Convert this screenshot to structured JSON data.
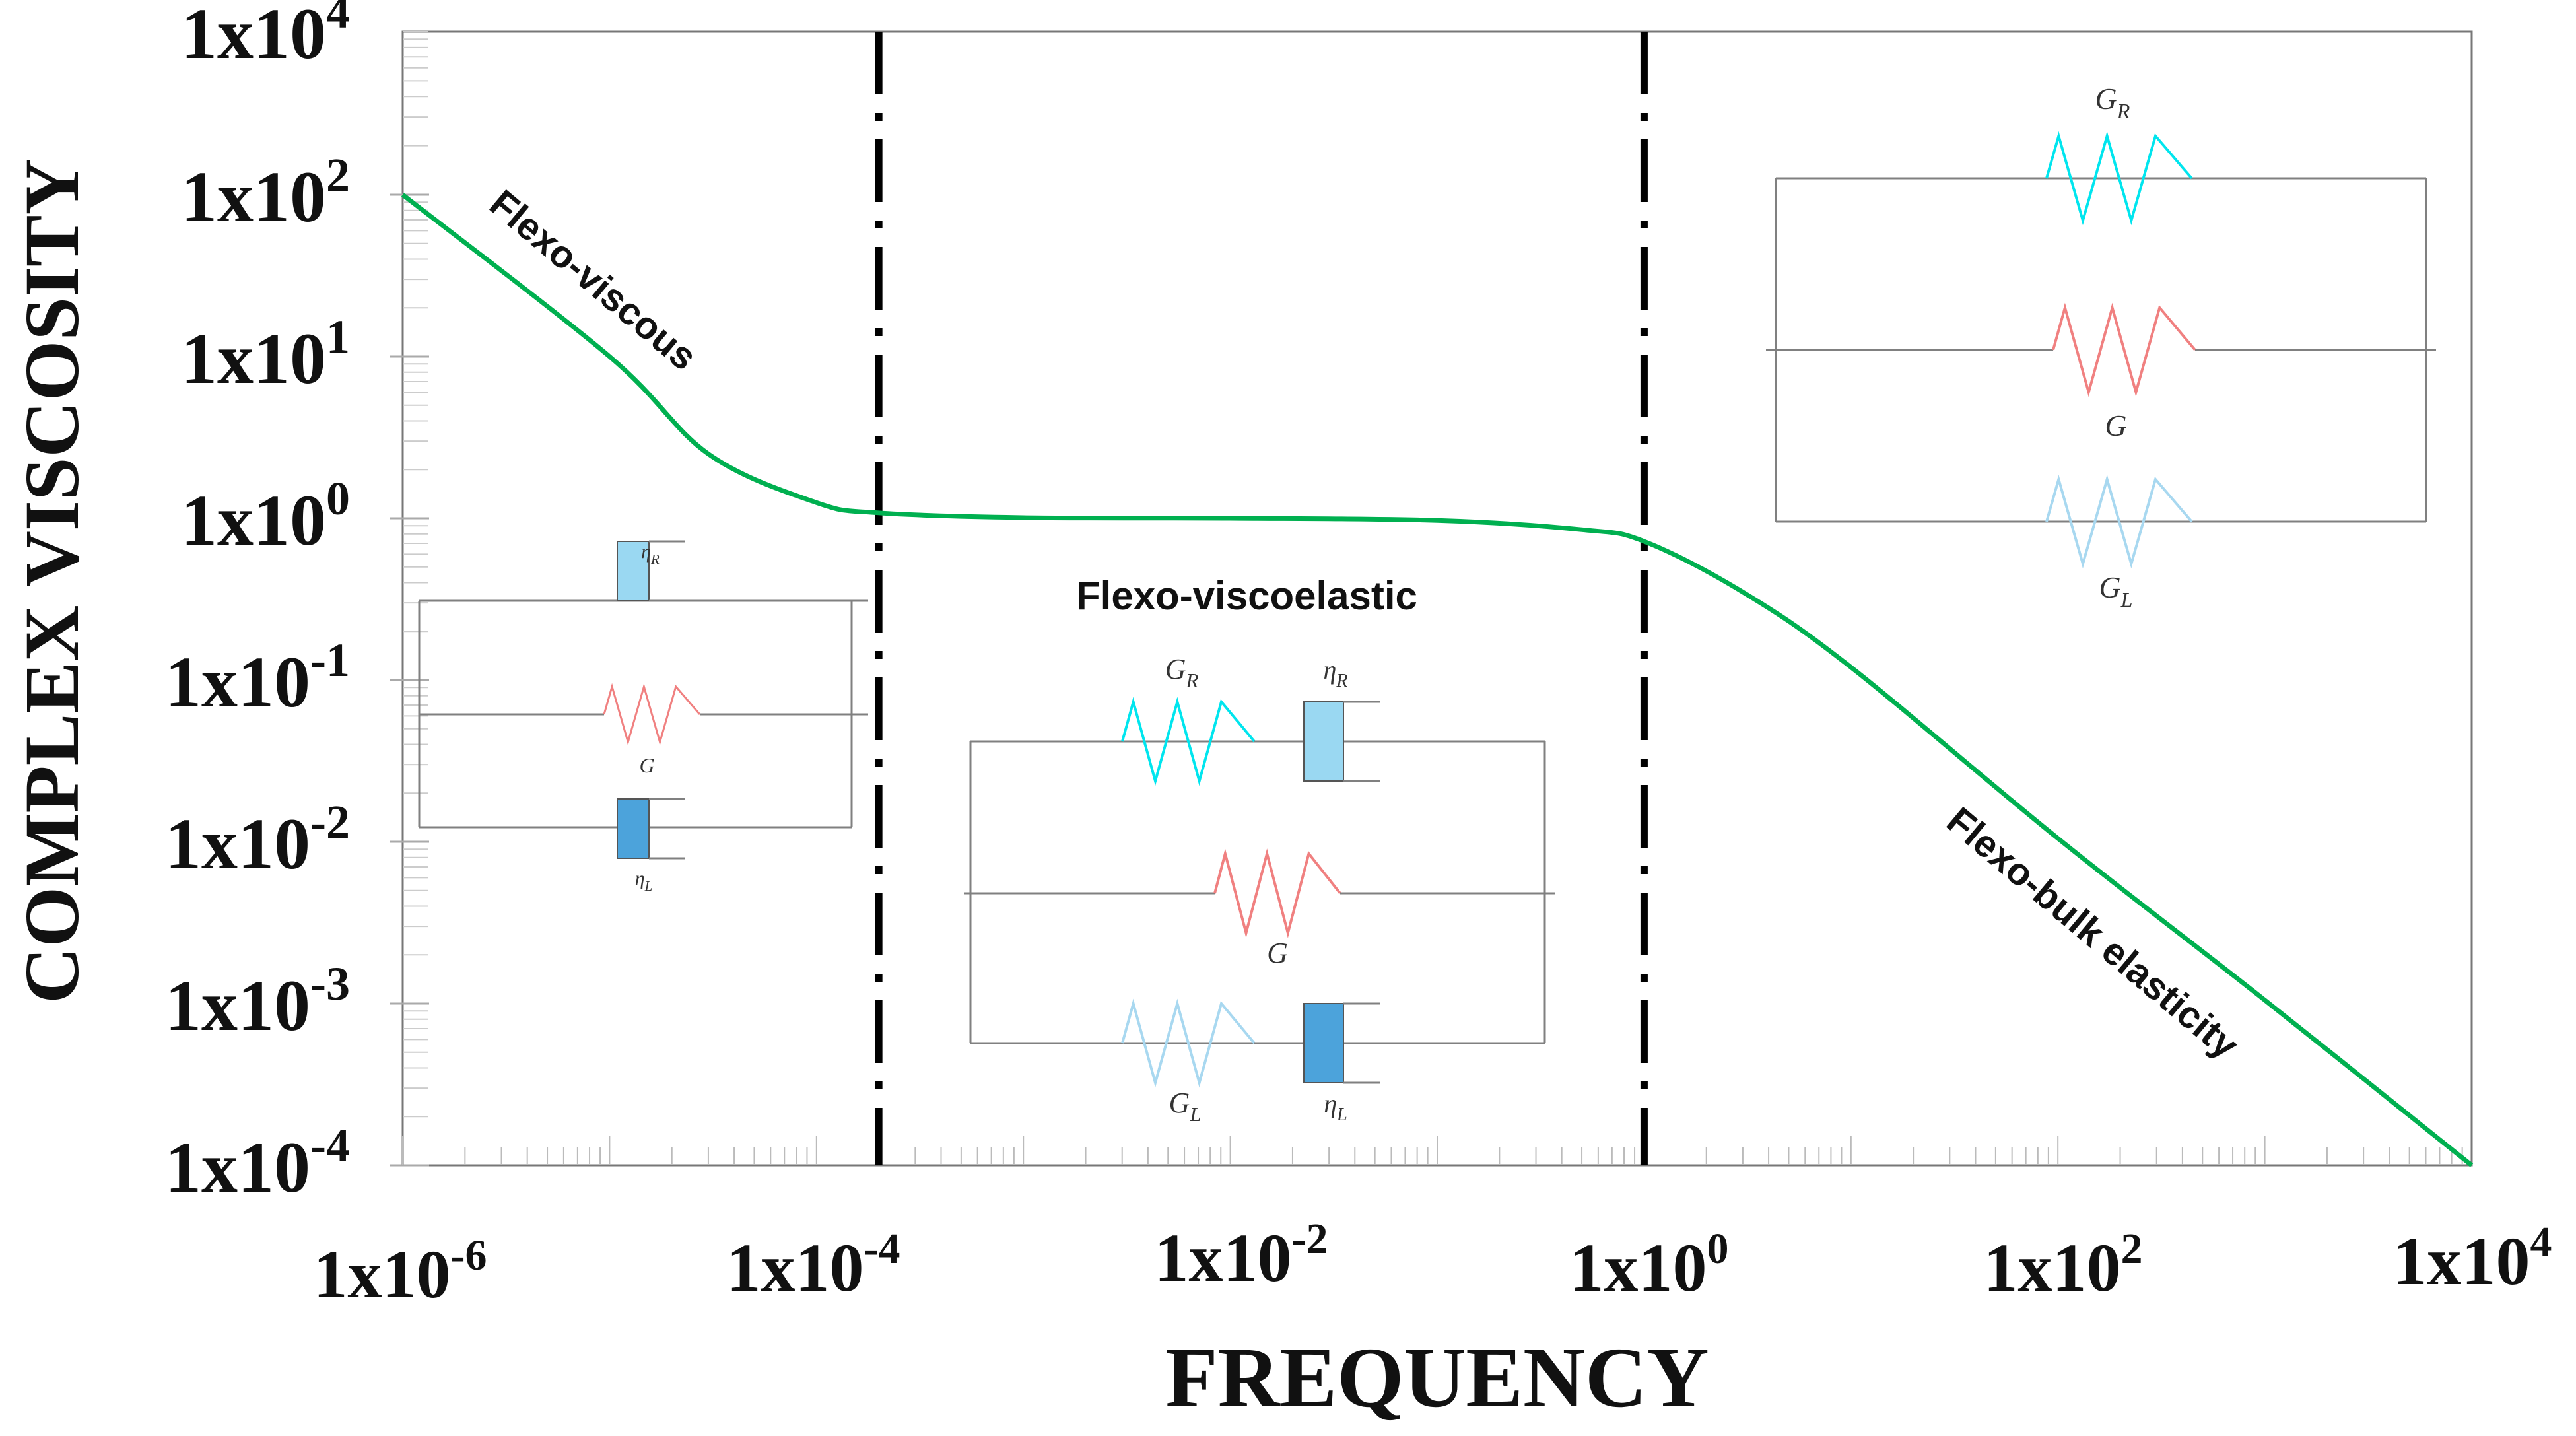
{
  "chart_data": {
    "type": "line",
    "xlabel": "FREQUENCY",
    "ylabel": "COMPLEX VISCOSITY",
    "xscale": "log",
    "yscale": "log",
    "xlim": [
      1e-06,
      10000.0
    ],
    "ylim": [
      0.0001,
      10000.0
    ],
    "x_ticks": [
      {
        "base": "1x10",
        "exp": "-6"
      },
      {
        "base": "1x10",
        "exp": "-4"
      },
      {
        "base": "1x10",
        "exp": "-2"
      },
      {
        "base": "1x10",
        "exp": "0"
      },
      {
        "base": "1x10",
        "exp": "2"
      },
      {
        "base": "1x10",
        "exp": "4"
      }
    ],
    "y_ticks": [
      {
        "base": "1x10",
        "exp": "-4"
      },
      {
        "base": "1x10",
        "exp": "-3"
      },
      {
        "base": "1x10",
        "exp": "-2"
      },
      {
        "base": "1x10",
        "exp": "-1"
      },
      {
        "base": "1x10",
        "exp": "0"
      },
      {
        "base": "1x10",
        "exp": "1"
      },
      {
        "base": "1x10",
        "exp": "2"
      },
      {
        "base": "1x10",
        "exp": "4"
      }
    ],
    "y_tick_values": [
      0.0001,
      0.001,
      0.01,
      0.1,
      1.0,
      10.0,
      100.0,
      10000.0
    ],
    "x_tick_values": [
      1e-06,
      0.0001,
      0.01,
      1.0,
      100.0,
      10000.0
    ],
    "grid": false,
    "series": [
      {
        "color": "#00b050",
        "x": [
          1e-06,
          1e-05,
          3e-05,
          0.0001,
          0.0002,
          0.001,
          0.01,
          0.1,
          0.5,
          1,
          3,
          10,
          100,
          1000,
          10000
        ],
        "y": [
          100,
          10,
          2.5,
          1.25,
          1.08,
          1.01,
          1.0,
          0.97,
          0.85,
          0.72,
          0.35,
          0.12,
          0.0105,
          0.00105,
          0.0001
        ]
      }
    ],
    "boundaries_x": [
      0.0002,
      1
    ],
    "regions": {
      "left": "Flexo-viscous",
      "middle": "Flexo-viscoelastic",
      "right": "Flexo-bulk elasticity"
    },
    "model_labels": {
      "GR": {
        "base": "G",
        "sub": "R"
      },
      "G": "G",
      "GL": {
        "base": "G",
        "sub": "L"
      },
      "etaR": {
        "base": "η",
        "sub": "R"
      },
      "etaL": {
        "base": "η",
        "sub": "L"
      }
    },
    "colors": {
      "curve": "#00b050",
      "spring_R": "#00e5ee",
      "spring_G": "#f08080",
      "spring_L": "#a8d8f0",
      "dashpot_R": "#9ad8f2",
      "dashpot_L": "#4ca3db",
      "wire": "#808080",
      "boundary": "#000000"
    }
  }
}
